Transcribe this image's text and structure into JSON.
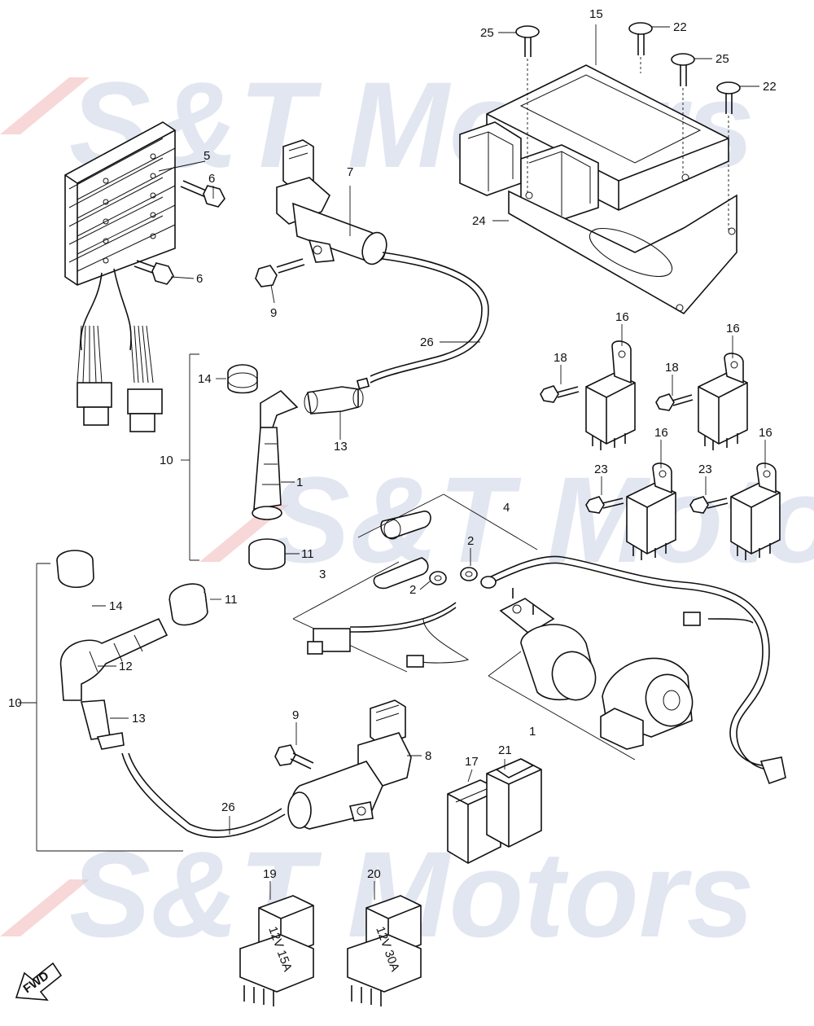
{
  "watermark": {
    "brand": "S&T Motors"
  },
  "fwd_label": "FWD",
  "callouts": {
    "c1a": "1",
    "c1b": "1",
    "c2a": "2",
    "c2b": "2",
    "c3": "3",
    "c4": "4",
    "c5": "5",
    "c6a": "6",
    "c6b": "6",
    "c7": "7",
    "c8": "8",
    "c9a": "9",
    "c9b": "9",
    "c10a": "10",
    "c10b": "10",
    "c11a": "11",
    "c11b": "11",
    "c12": "12",
    "c13a": "13",
    "c13b": "13",
    "c14a": "14",
    "c14b": "14",
    "c15": "15",
    "c16a": "16",
    "c16b": "16",
    "c16c": "16",
    "c16d": "16",
    "c17": "17",
    "c18a": "18",
    "c18b": "18",
    "c19": "19",
    "c20": "20",
    "c21": "21",
    "c22a": "22",
    "c22b": "22",
    "c23a": "23",
    "c23b": "23",
    "c24": "24",
    "c25a": "25",
    "c25b": "25",
    "c26a": "26",
    "c26b": "26"
  },
  "relay_text": {
    "r19": "12V 15A",
    "r20": "12V 30A"
  }
}
